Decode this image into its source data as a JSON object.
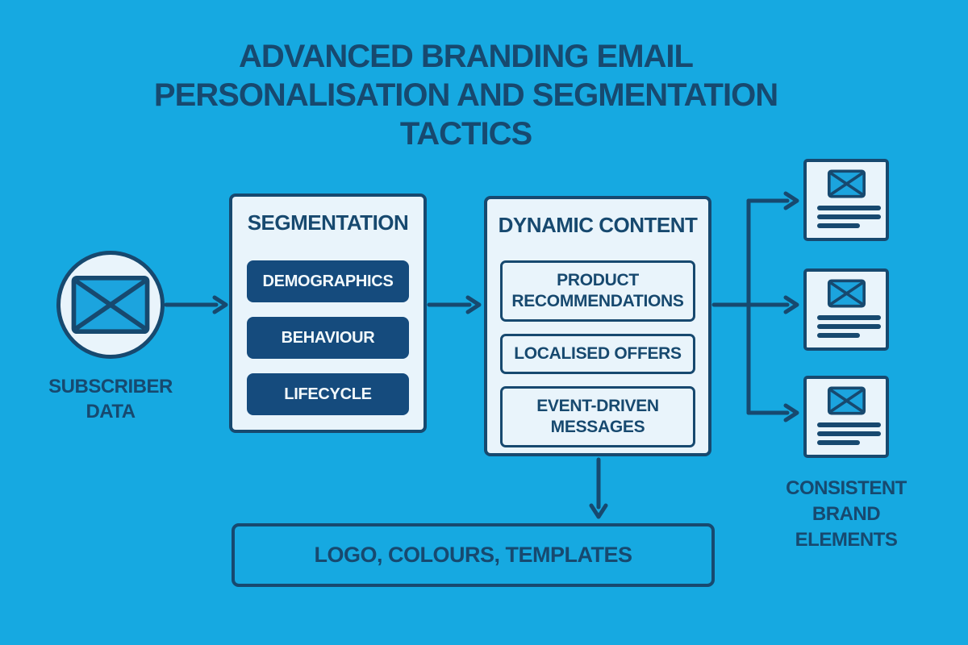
{
  "colors": {
    "bg": "#16A9E1",
    "navy": "#17496F",
    "panel": "#E9F4FB",
    "pill": "#154B7D",
    "envelope": "#1CA4DE",
    "white_text": "#F2F9FC"
  },
  "title": {
    "lines": [
      "ADVANCED BRANDING EMAIL",
      "PERSONALISATION AND SEGMENTATION",
      "TACTICS"
    ]
  },
  "subscriber": {
    "label": "SUBSCRIBER DATA",
    "icon": "envelope-icon"
  },
  "segmentation": {
    "title": "SEGMENTATION",
    "items": [
      "DEMOGRAPHICS",
      "BEHAVIOUR",
      "LIFECYCLE"
    ]
  },
  "dynamic_content": {
    "title": "DYNAMIC CONTENT",
    "items": [
      "PRODUCT RECOMMENDATIONS",
      "LOCALISED OFFERS",
      "EVENT-DRIVEN MESSAGES"
    ]
  },
  "outputs": {
    "label": "CONSISTENT BRAND ELEMENTS",
    "card_count": 3,
    "icon": "envelope-icon"
  },
  "foundation": {
    "label": "LOGO, COLOURS, TEMPLATES"
  }
}
